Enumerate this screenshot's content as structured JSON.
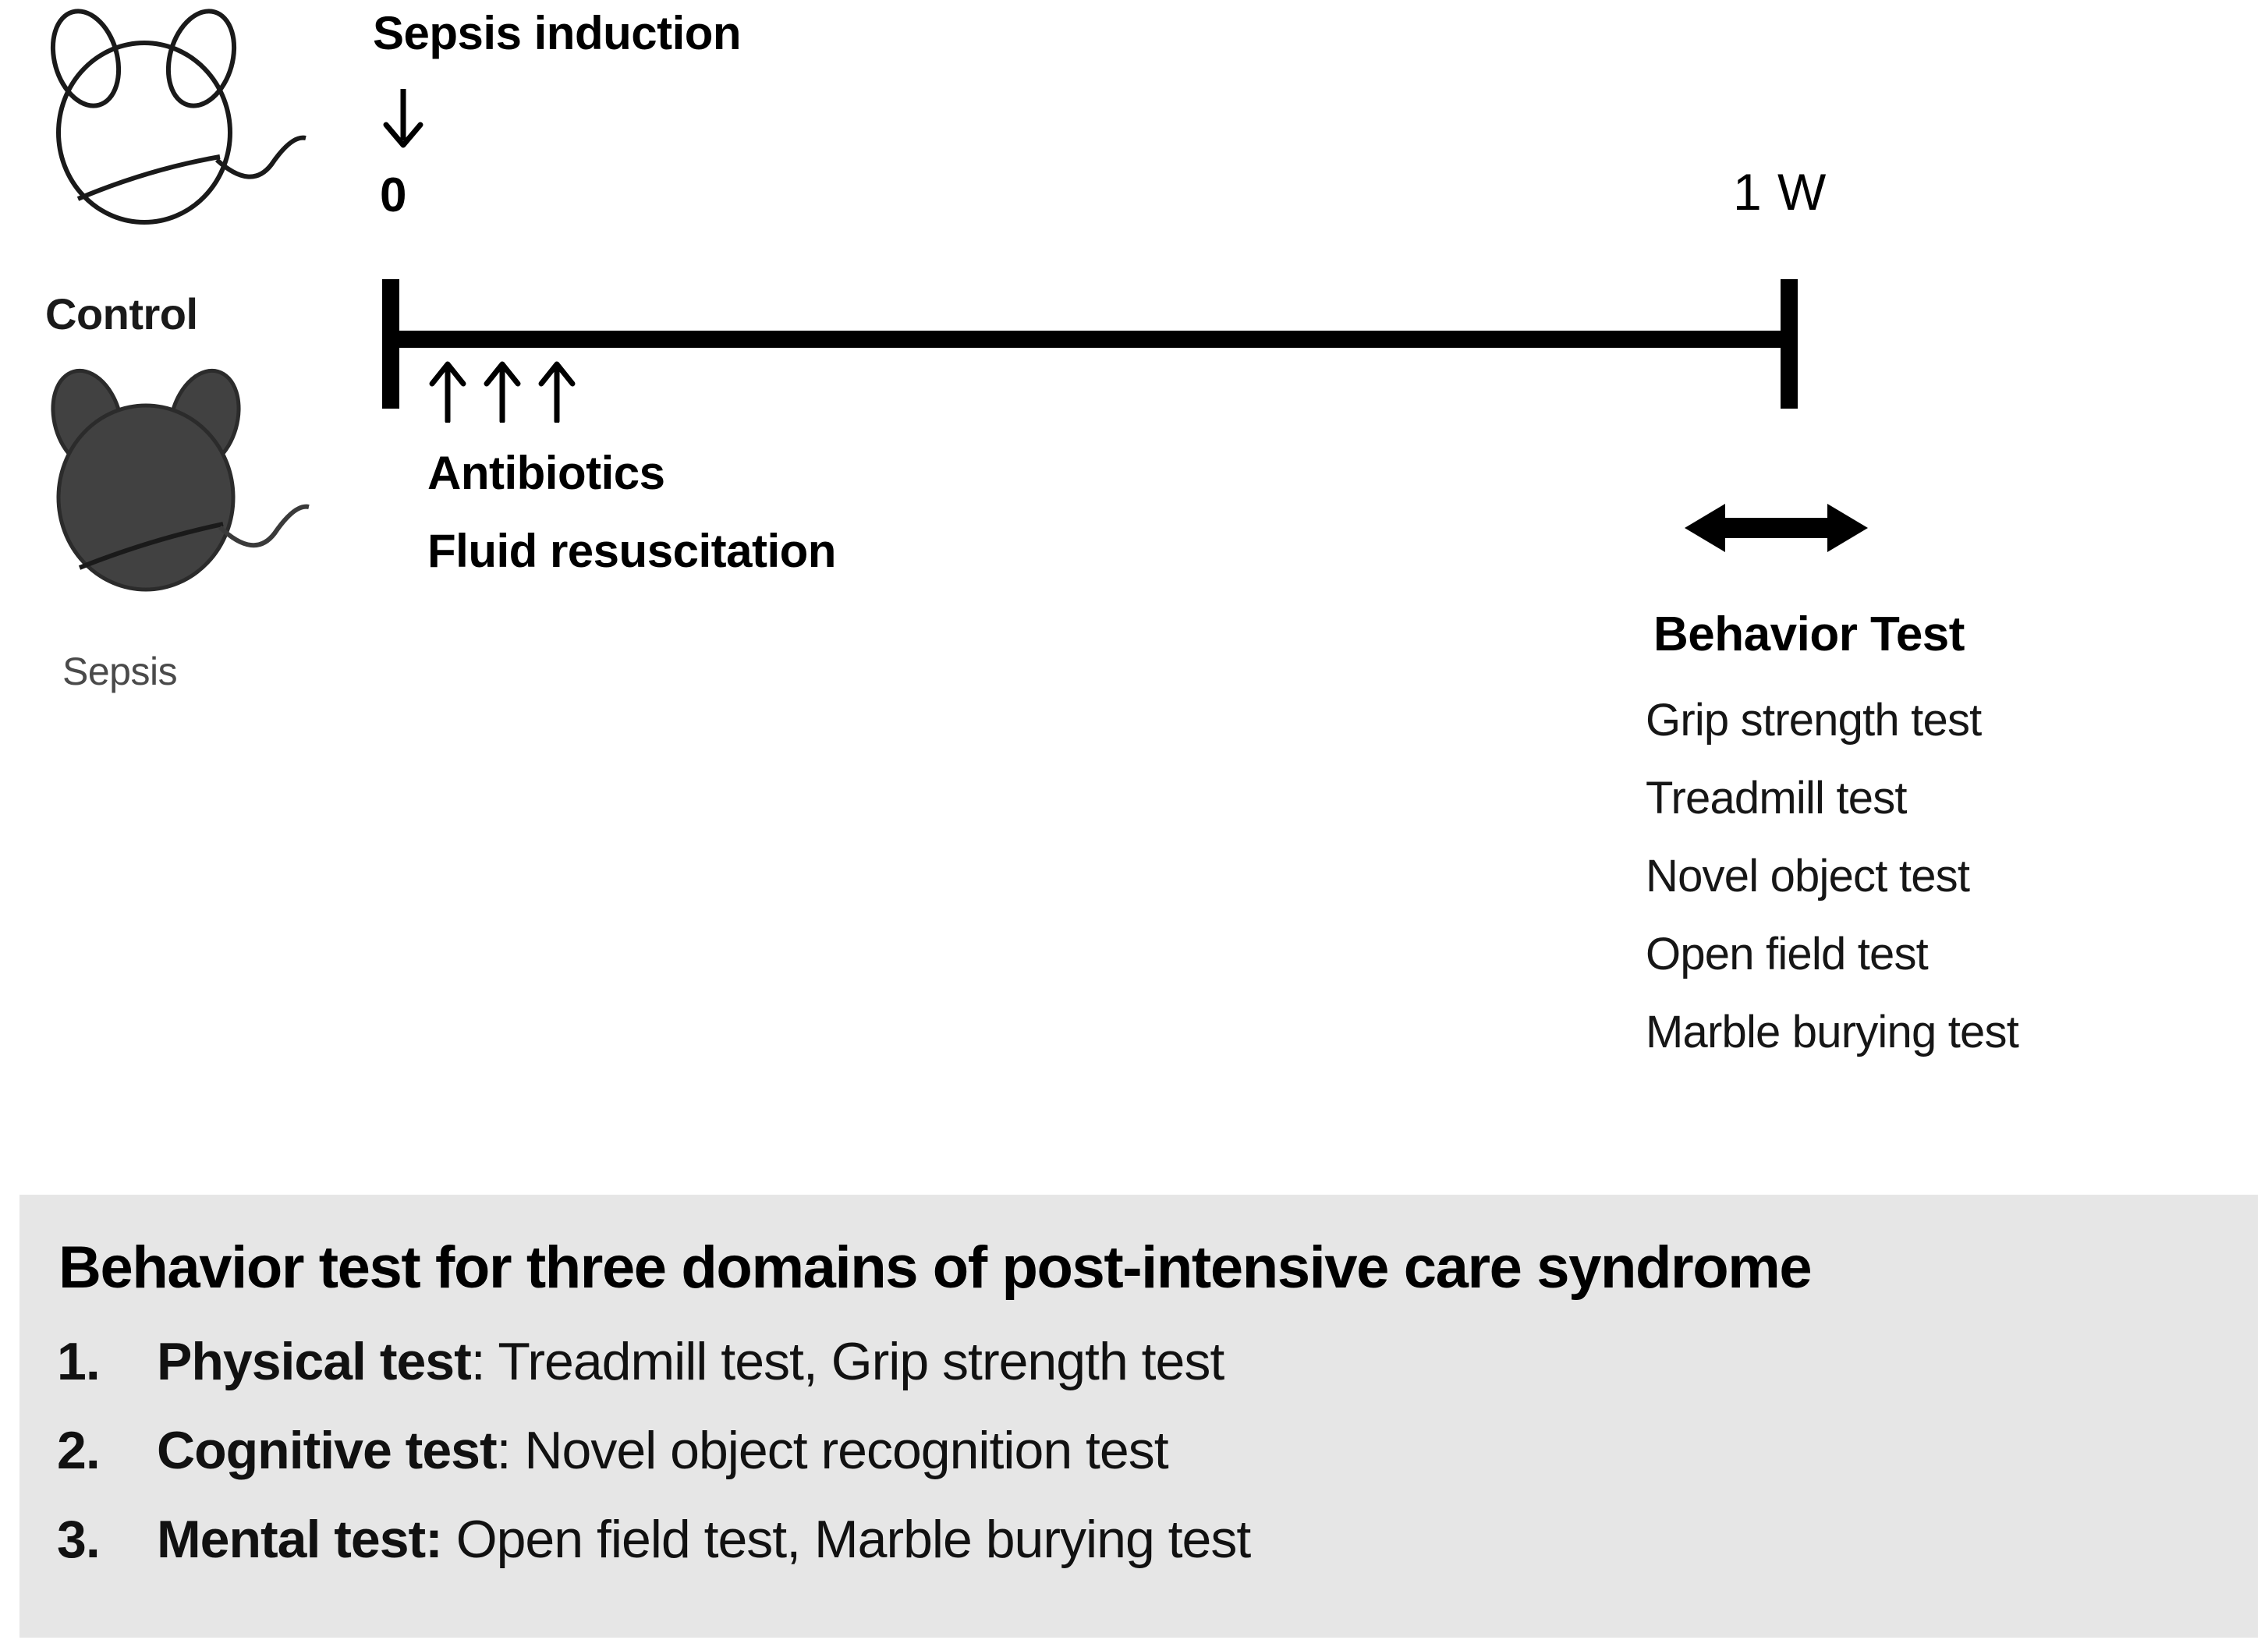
{
  "groups": {
    "control": {
      "label": "Control",
      "icon": "mouse-outline-icon"
    },
    "sepsis": {
      "label": "Sepsis",
      "icon": "mouse-filled-icon",
      "fill_color": "#414141"
    }
  },
  "timeline": {
    "induction_label": "Sepsis induction",
    "induction_arrow_icon": "arrow-down-icon",
    "start_timepoint": "0",
    "end_timepoint": "1 W",
    "treatment_arrow_icon": "arrow-up-icon",
    "treatment_arrow_count": 3,
    "treatments": [
      "Antibiotics",
      "Fluid resuscitation"
    ]
  },
  "behavior_test": {
    "arrow_icon": "arrow-left-right-icon",
    "title": "Behavior Test",
    "tests": [
      "Grip strength test",
      "Treadmill test",
      "Novel object test",
      "Open field test",
      "Marble burying test"
    ]
  },
  "summary": {
    "background_color": "#e6e6e6",
    "title": "Behavior test for three domains of post-intensive care syndrome",
    "items": [
      {
        "number": "1.",
        "lead": "Physical test",
        "rest": ": Treadmill test, Grip strength test"
      },
      {
        "number": "2.",
        "lead": "Cognitive test",
        "rest": ": Novel object recognition test"
      },
      {
        "number": "3.",
        "lead": "Mental test:",
        "rest": " Open field test, Marble burying test"
      }
    ]
  }
}
